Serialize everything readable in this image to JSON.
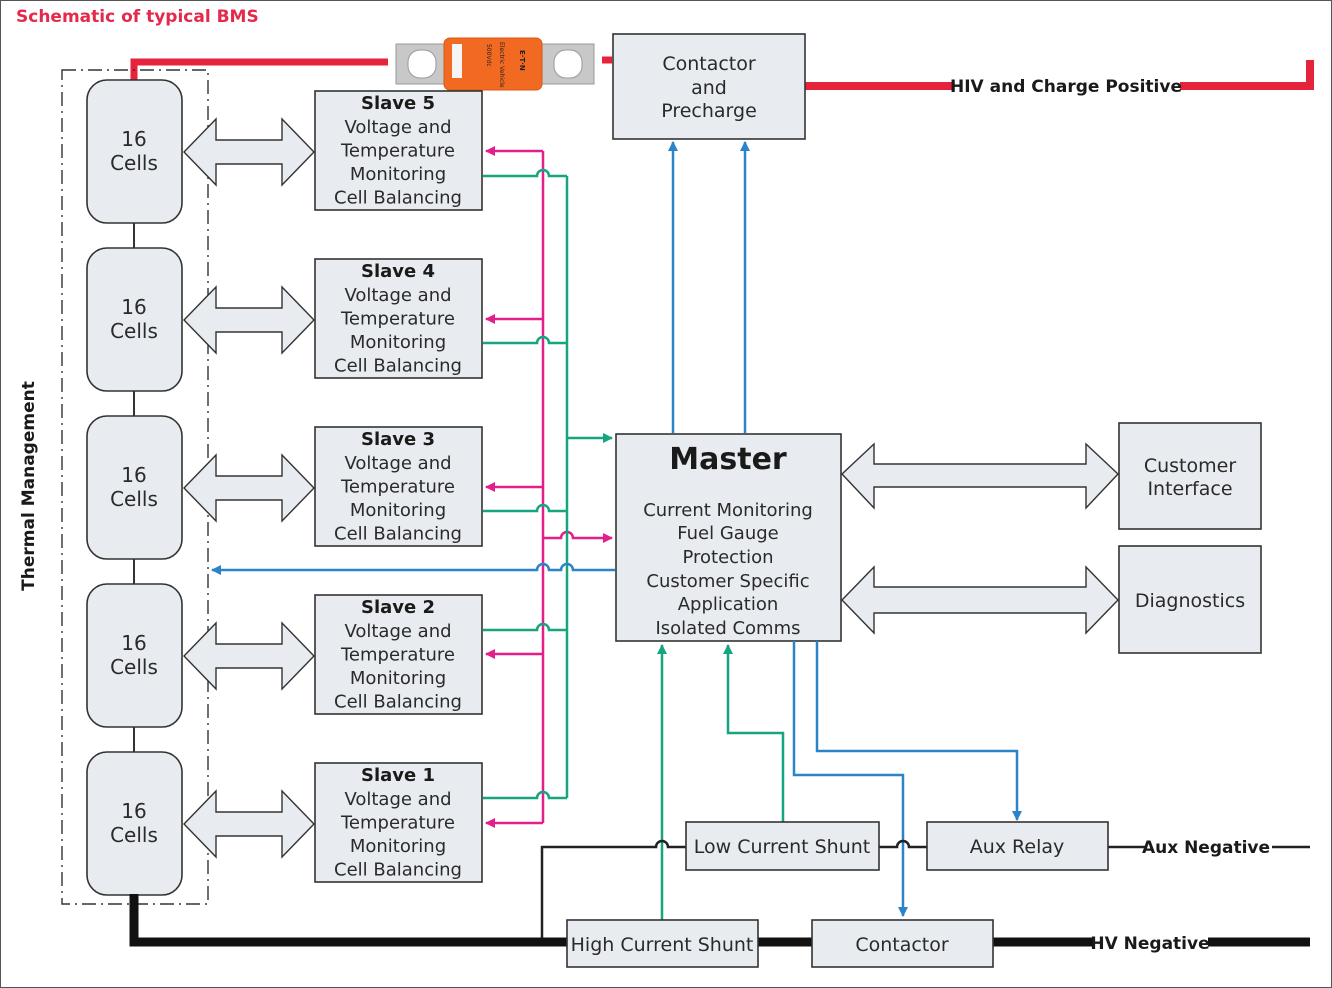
{
  "title": "Schematic of typical BMS",
  "colors": {
    "positive": "#e5233a",
    "negative": "#111111",
    "pink": "#e21f8a",
    "green": "#16a57f",
    "blue": "#2b83c8",
    "box_fill": "#e8ecf0",
    "fuse": "#f26a21"
  },
  "fuse": {
    "brand": "E·T·N",
    "line1": "Electric Vehicle",
    "line2": "500Vdc"
  },
  "thermal_label": "Thermal Management",
  "cell_groups": [
    {
      "count": "16",
      "label": "Cells"
    },
    {
      "count": "16",
      "label": "Cells"
    },
    {
      "count": "16",
      "label": "Cells"
    },
    {
      "count": "16",
      "label": "Cells"
    },
    {
      "count": "16",
      "label": "Cells"
    }
  ],
  "slaves": [
    {
      "name": "Slave 5",
      "lines": [
        "Voltage and",
        "Temperature",
        "Monitoring",
        "Cell Balancing"
      ]
    },
    {
      "name": "Slave 4",
      "lines": [
        "Voltage and",
        "Temperature",
        "Monitoring",
        "Cell Balancing"
      ]
    },
    {
      "name": "Slave 3",
      "lines": [
        "Voltage and",
        "Temperature",
        "Monitoring",
        "Cell Balancing"
      ]
    },
    {
      "name": "Slave 2",
      "lines": [
        "Voltage and",
        "Temperature",
        "Monitoring",
        "Cell Balancing"
      ]
    },
    {
      "name": "Slave 1",
      "lines": [
        "Voltage and",
        "Temperature",
        "Monitoring",
        "Cell Balancing"
      ]
    }
  ],
  "contactor_precharge": {
    "lines": [
      "Contactor",
      "and",
      "Precharge"
    ]
  },
  "master": {
    "title": "Master",
    "lines": [
      "Current Monitoring",
      "Fuel Gauge",
      "Protection",
      "Customer Specific",
      "Application",
      "Isolated Comms"
    ]
  },
  "customer_interface": {
    "lines": [
      "Customer",
      "Interface"
    ]
  },
  "diagnostics": {
    "label": "Diagnostics"
  },
  "low_current_shunt": {
    "label": "Low Current Shunt"
  },
  "aux_relay": {
    "label": "Aux Relay"
  },
  "high_current_shunt": {
    "label": "High Current Shunt"
  },
  "contactor": {
    "label": "Contactor"
  },
  "labels": {
    "hv_positive": "HIV and Charge Positive",
    "aux_negative": "Aux Negative",
    "hv_negative": "HV Negative"
  }
}
